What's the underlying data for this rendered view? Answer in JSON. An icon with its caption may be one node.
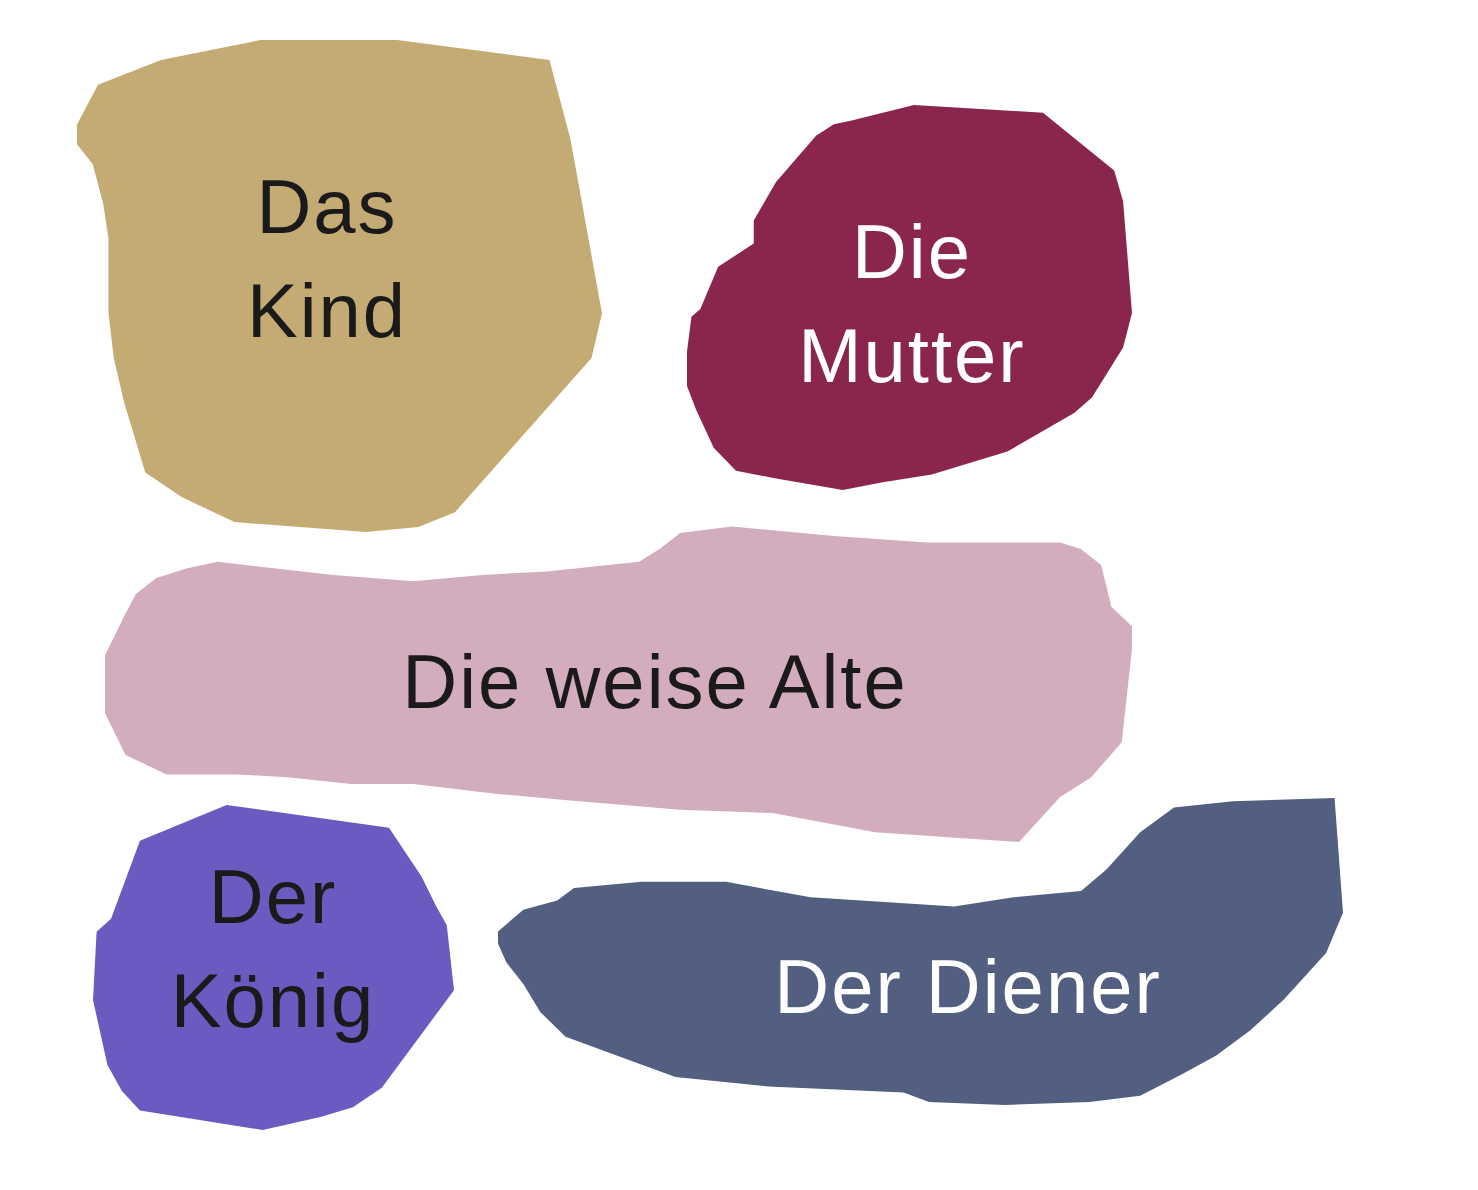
{
  "diagram": {
    "nodes": [
      {
        "text": [
          "Das Kind"
        ]
      },
      {
        "text": [
          "Die Mutter"
        ]
      },
      {
        "text": [
          "Die weise Alte"
        ]
      },
      {
        "text": [
          "Der König"
        ]
      },
      {
        "text": [
          "Der Diener"
        ]
      }
    ]
  }
}
